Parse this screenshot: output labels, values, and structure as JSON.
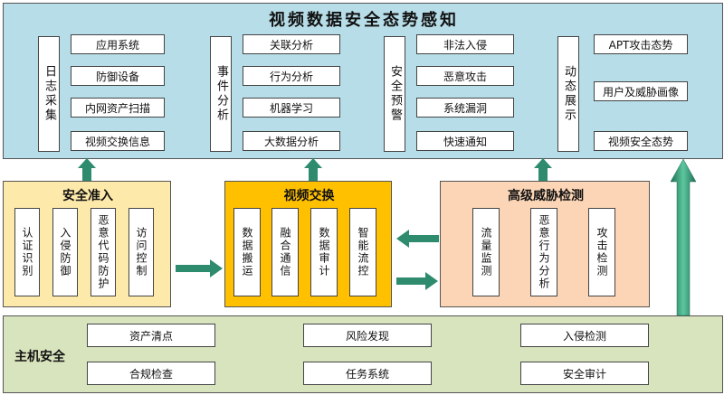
{
  "top": {
    "title": "视频数据安全态势感知",
    "groups": [
      {
        "label": "日志采集",
        "items": [
          "应用系统",
          "防御设备",
          "内网资产扫描",
          "视频交换信息"
        ]
      },
      {
        "label": "事件分析",
        "items": [
          "关联分析",
          "行为分析",
          "机器学习",
          "大数据分析"
        ]
      },
      {
        "label": "安全预警",
        "items": [
          "非法入侵",
          "恶意攻击",
          "系统漏洞",
          "快速通知"
        ]
      },
      {
        "label": "动态展示",
        "items": [
          "APT攻击态势",
          "用户及威胁画像",
          "视频安全态势"
        ]
      }
    ]
  },
  "access": {
    "title": "安全准入",
    "items": [
      "认证识别",
      "入侵防御",
      "恶意代码防护",
      "访问控制"
    ]
  },
  "exchange": {
    "title": "视频交换",
    "items": [
      "数据搬运",
      "融合通信",
      "数据审计",
      "智能流控"
    ]
  },
  "threat": {
    "title": "高级威胁检测",
    "items": [
      "流量监测",
      "恶意行为分析",
      "攻击检测"
    ]
  },
  "host": {
    "title": "主机安全",
    "items": [
      "资产清点",
      "风险发现",
      "入侵检测",
      "合规检查",
      "任务系统",
      "安全审计"
    ]
  },
  "colors": {
    "top_bg": "#b7dde8",
    "access_bg": "#fde9a9",
    "exchange_bg": "#ffc000",
    "threat_bg": "#fbd5b5",
    "host_bg": "#d7e4bd",
    "arrow": "#2e8b6e"
  }
}
